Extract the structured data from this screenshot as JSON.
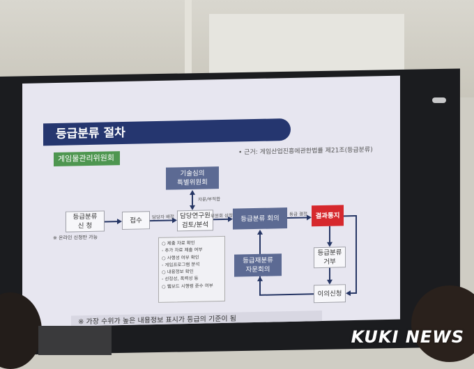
{
  "slide": {
    "title": "등급분류 절차",
    "tag": "게임물관리위원회",
    "basis": "• 근거: 게임산업진흥에관한법률 제21조(등급분류)",
    "nodes": {
      "apply": "등급분류\n신 청",
      "receive": "접수",
      "review": "담당연구원\n검토/분석",
      "committee": "기술심의\n특별위원회",
      "meeting": "등급분류 회의",
      "result": "결과통지",
      "reclass": "등급재분류\n자문회의",
      "refuse": "등급분류\n거부",
      "objection": "이의신청"
    },
    "edge_labels": {
      "assign": "담당자 배정",
      "tech": "자문/부적합",
      "commit": "위원회 상정",
      "decide": "등급 결정"
    },
    "online_note": "※ 온라인 신청만 가능",
    "checklist": [
      "○ 제출 자료 확인",
      "- 추가 자료 제출 여부",
      "○ 사행성 여부 확인",
      "- 게임프로그램 분석",
      "○ 내용정보 확인",
      "- 선정성, 폭력성 등",
      "○ 웹보드 시행령 준수 여부"
    ],
    "bottom": "※ 가장 수위가 높은 내용정보 표시가 등급의 기준이 됨"
  },
  "watermark": "KUKI NEWS",
  "colors": {
    "navy": "#25366f",
    "green": "#4e9650",
    "red": "#d6282d",
    "slate": "#5c6a93"
  }
}
